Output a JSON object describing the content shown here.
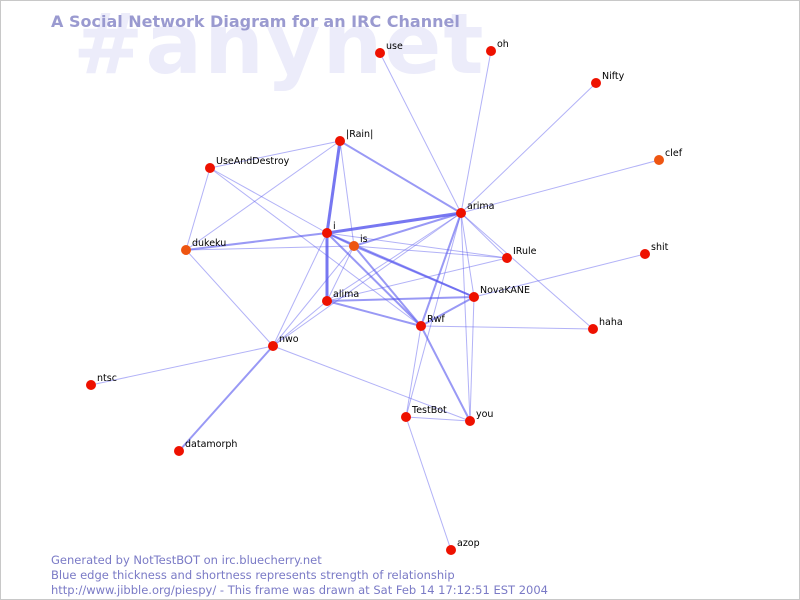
{
  "watermark": "#anynet",
  "title": "A Social Network Diagram for an IRC Channel",
  "footer": {
    "line1": "Generated by NotTestBOT on irc.bluecherry.net",
    "line2": "Blue edge thickness and shortness represents strength of relationship",
    "line3": "http://www.jibble.org/piespy/ - This frame was drawn at Sat Feb 14 17:12:51 EST 2004"
  },
  "colors": {
    "node_red": "#ee1100",
    "node_orange": "#ee5511",
    "edge": "#5555ee"
  },
  "network": {
    "nodes": [
      {
        "id": "use",
        "label": "use",
        "color": "red"
      },
      {
        "id": "oh",
        "label": "oh",
        "color": "red"
      },
      {
        "id": "Nifty",
        "label": "Nifty",
        "color": "red"
      },
      {
        "id": "clef",
        "label": "clef",
        "color": "orange"
      },
      {
        "id": "IRain",
        "label": "|Rain|",
        "color": "red"
      },
      {
        "id": "UseAndDestroy",
        "label": "UseAndDestroy",
        "color": "red"
      },
      {
        "id": "arima",
        "label": "arima",
        "color": "red"
      },
      {
        "id": "i",
        "label": "i",
        "color": "red"
      },
      {
        "id": "is",
        "label": "is",
        "color": "orange"
      },
      {
        "id": "dukeku",
        "label": "dukeku",
        "color": "orange"
      },
      {
        "id": "IRule",
        "label": "IRule",
        "color": "red"
      },
      {
        "id": "shit",
        "label": "shit",
        "color": "red"
      },
      {
        "id": "NovaKANE",
        "label": "NovaKANE",
        "color": "red"
      },
      {
        "id": "alima",
        "label": "alima",
        "color": "red"
      },
      {
        "id": "Rwf",
        "label": "Rwf",
        "color": "red"
      },
      {
        "id": "haha",
        "label": "haha",
        "color": "red"
      },
      {
        "id": "nwo",
        "label": "nwo",
        "color": "red"
      },
      {
        "id": "ntsc",
        "label": "ntsc",
        "color": "red"
      },
      {
        "id": "TestBot",
        "label": "TestBot",
        "color": "red"
      },
      {
        "id": "you",
        "label": "you",
        "color": "red"
      },
      {
        "id": "datamorph",
        "label": "datamorph",
        "color": "red"
      },
      {
        "id": "azop",
        "label": "azop",
        "color": "red"
      }
    ],
    "edges": [
      {
        "from": "use",
        "to": "arima",
        "weight": 1
      },
      {
        "from": "oh",
        "to": "arima",
        "weight": 1
      },
      {
        "from": "Nifty",
        "to": "arima",
        "weight": 1
      },
      {
        "from": "clef",
        "to": "arima",
        "weight": 1
      },
      {
        "from": "i",
        "to": "arima",
        "weight": 3
      },
      {
        "from": "is",
        "to": "arima",
        "weight": 2
      },
      {
        "from": "IRain",
        "to": "arima",
        "weight": 2
      },
      {
        "from": "alima",
        "to": "arima",
        "weight": 1
      },
      {
        "from": "Rwf",
        "to": "arima",
        "weight": 2
      },
      {
        "from": "NovaKANE",
        "to": "arima",
        "weight": 1
      },
      {
        "from": "IRule",
        "to": "arima",
        "weight": 1
      },
      {
        "from": "haha",
        "to": "arima",
        "weight": 1
      },
      {
        "from": "TestBot",
        "to": "arima",
        "weight": 1
      },
      {
        "from": "you",
        "to": "arima",
        "weight": 1
      },
      {
        "from": "nwo",
        "to": "arima",
        "weight": 1
      },
      {
        "from": "IRain",
        "to": "i",
        "weight": 3
      },
      {
        "from": "IRain",
        "to": "UseAndDestroy",
        "weight": 1
      },
      {
        "from": "IRain",
        "to": "dukeku",
        "weight": 1
      },
      {
        "from": "IRain",
        "to": "is",
        "weight": 1
      },
      {
        "from": "UseAndDestroy",
        "to": "i",
        "weight": 1
      },
      {
        "from": "UseAndDestroy",
        "to": "dukeku",
        "weight": 1
      },
      {
        "from": "UseAndDestroy",
        "to": "Rwf",
        "weight": 1
      },
      {
        "from": "dukeku",
        "to": "i",
        "weight": 2
      },
      {
        "from": "dukeku",
        "to": "is",
        "weight": 1
      },
      {
        "from": "dukeku",
        "to": "nwo",
        "weight": 1
      },
      {
        "from": "i",
        "to": "is",
        "weight": 2
      },
      {
        "from": "i",
        "to": "alima",
        "weight": 3
      },
      {
        "from": "i",
        "to": "Rwf",
        "weight": 2
      },
      {
        "from": "i",
        "to": "NovaKANE",
        "weight": 2
      },
      {
        "from": "i",
        "to": "IRule",
        "weight": 1
      },
      {
        "from": "i",
        "to": "nwo",
        "weight": 1
      },
      {
        "from": "is",
        "to": "alima",
        "weight": 1
      },
      {
        "from": "is",
        "to": "Rwf",
        "weight": 2
      },
      {
        "from": "is",
        "to": "NovaKANE",
        "weight": 2
      },
      {
        "from": "is",
        "to": "IRule",
        "weight": 1
      },
      {
        "from": "is",
        "to": "nwo",
        "weight": 1
      },
      {
        "from": "alima",
        "to": "NovaKANE",
        "weight": 2
      },
      {
        "from": "alima",
        "to": "Rwf",
        "weight": 2
      },
      {
        "from": "alima",
        "to": "IRule",
        "weight": 1
      },
      {
        "from": "alima",
        "to": "nwo",
        "weight": 1
      },
      {
        "from": "Rwf",
        "to": "NovaKANE",
        "weight": 2
      },
      {
        "from": "Rwf",
        "to": "haha",
        "weight": 1
      },
      {
        "from": "Rwf",
        "to": "you",
        "weight": 2
      },
      {
        "from": "Rwf",
        "to": "TestBot",
        "weight": 1
      },
      {
        "from": "NovaKANE",
        "to": "shit",
        "weight": 1
      },
      {
        "from": "NovaKANE",
        "to": "you",
        "weight": 1
      },
      {
        "from": "TestBot",
        "to": "you",
        "weight": 1
      },
      {
        "from": "TestBot",
        "to": "azop",
        "weight": 1
      },
      {
        "from": "nwo",
        "to": "datamorph",
        "weight": 2
      },
      {
        "from": "nwo",
        "to": "ntsc",
        "weight": 1
      },
      {
        "from": "nwo",
        "to": "you",
        "weight": 1
      }
    ]
  }
}
